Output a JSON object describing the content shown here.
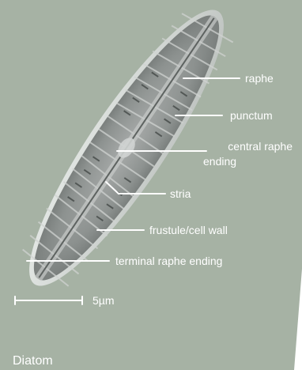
{
  "figure": {
    "caption": "Diatom",
    "background_color": "#a6b2a4",
    "labels": {
      "raphe": "raphe",
      "punctum": "punctum",
      "central_raphe_ending_line1": "central raphe",
      "central_raphe_ending_line2": "ending",
      "stria": "stria",
      "frustule": "frustule/cell wall",
      "terminal_raphe_ending": "terminal raphe ending"
    },
    "scale_bar": {
      "label": "5µm"
    }
  }
}
